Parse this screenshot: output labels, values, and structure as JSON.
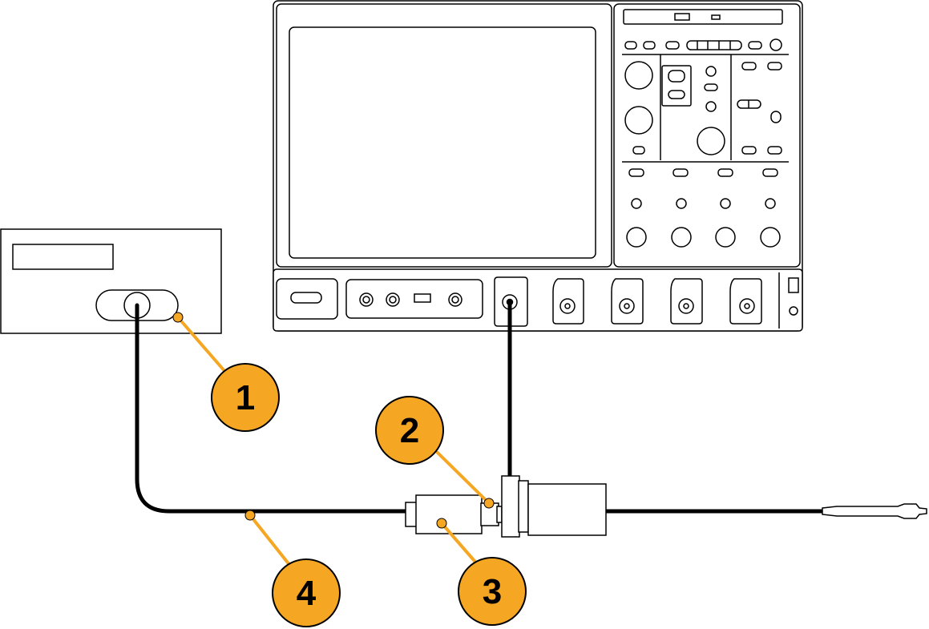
{
  "colors": {
    "callout_fill": "#f5a623",
    "leader_line": "#f5a623",
    "outline": "#000000",
    "panel_fill": "#ffffff",
    "cable": "#000000"
  },
  "callouts": [
    {
      "label": "1",
      "target": "source-output-connector"
    },
    {
      "label": "2",
      "target": "adapter-connector"
    },
    {
      "label": "3",
      "target": "inline-attenuator"
    },
    {
      "label": "4",
      "target": "coaxial-cable"
    }
  ]
}
